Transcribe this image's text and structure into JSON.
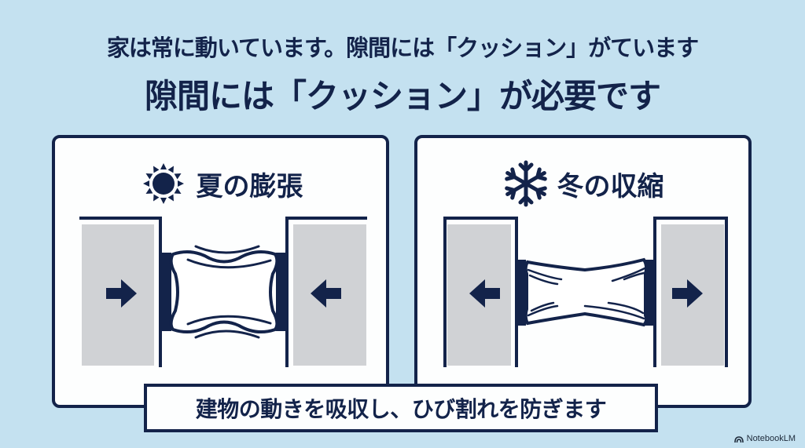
{
  "headline": {
    "line1": "家は常に動いています。隙間には「クッション」がています",
    "line2": "隙間には「クッション」が必要です"
  },
  "panels": [
    {
      "id": "summer",
      "icon": "sun-icon",
      "title": "夏の膨張",
      "description_visual": "walls push inward (arrows pointing toward gap), cushion compressed and bulging"
    },
    {
      "id": "winter",
      "icon": "snowflake-icon",
      "title": "冬の収縮",
      "description_visual": "walls pull outward (arrows pointing away from gap), cushion stretched"
    }
  ],
  "banner": {
    "text": "建物の動きを吸収し、ひび割れを防ぎます"
  },
  "watermark": {
    "icon": "notebooklm-logo-icon",
    "text": "NotebookLM"
  },
  "colors": {
    "background": "#c4e1f0",
    "navy": "#13234a",
    "panel": "#fdfefe",
    "wall_gray": "#d0d2d5"
  }
}
